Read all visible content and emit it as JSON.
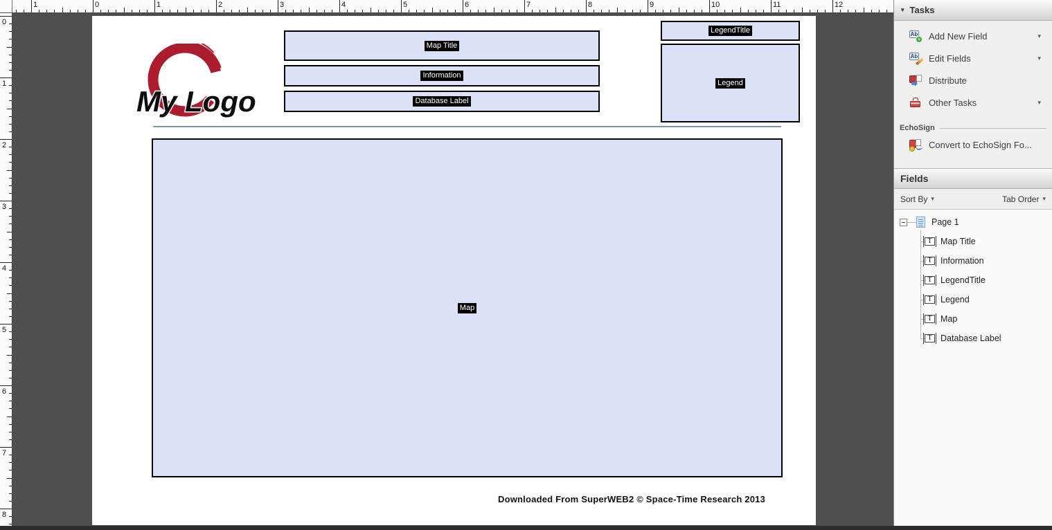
{
  "colors": {
    "logo_red": "#ab1c2c",
    "field_fill": "#dce1fa",
    "divider_blue": "#7b93bd"
  },
  "rulers": {
    "top_numbers": [
      "1",
      "0",
      "1",
      "2",
      "3",
      "4",
      "5",
      "6",
      "7",
      "8",
      "9",
      "10",
      "11",
      "12"
    ],
    "left_numbers": [
      "0",
      "1",
      "2",
      "3",
      "4",
      "5",
      "6",
      "7",
      "8"
    ]
  },
  "page": {
    "logo_text": "My Logo",
    "footer_text": "Downloaded From SuperWEB2 © Space-Time Research 2013",
    "fields": {
      "map_title": "Map Title",
      "information": "Information",
      "database_label": "Database Label",
      "legend_title": "LegendTitle",
      "legend": "Legend",
      "map": "Map"
    }
  },
  "tasks_panel": {
    "title": "Tasks",
    "items": [
      {
        "label": "Add New Field"
      },
      {
        "label": "Edit Fields"
      },
      {
        "label": "Distribute"
      },
      {
        "label": "Other Tasks"
      }
    ],
    "echosign_heading": "EchoSign",
    "echosign_item_label": "Convert to EchoSign Fo..."
  },
  "fields_panel": {
    "title": "Fields",
    "sort_by_label": "Sort By",
    "tab_order_label": "Tab Order",
    "tree_root_label": "Page 1",
    "tree_items": [
      {
        "label": "Map Title"
      },
      {
        "label": "Information"
      },
      {
        "label": "LegendTitle"
      },
      {
        "label": "Legend"
      },
      {
        "label": "Map"
      },
      {
        "label": "Database Label"
      }
    ]
  }
}
